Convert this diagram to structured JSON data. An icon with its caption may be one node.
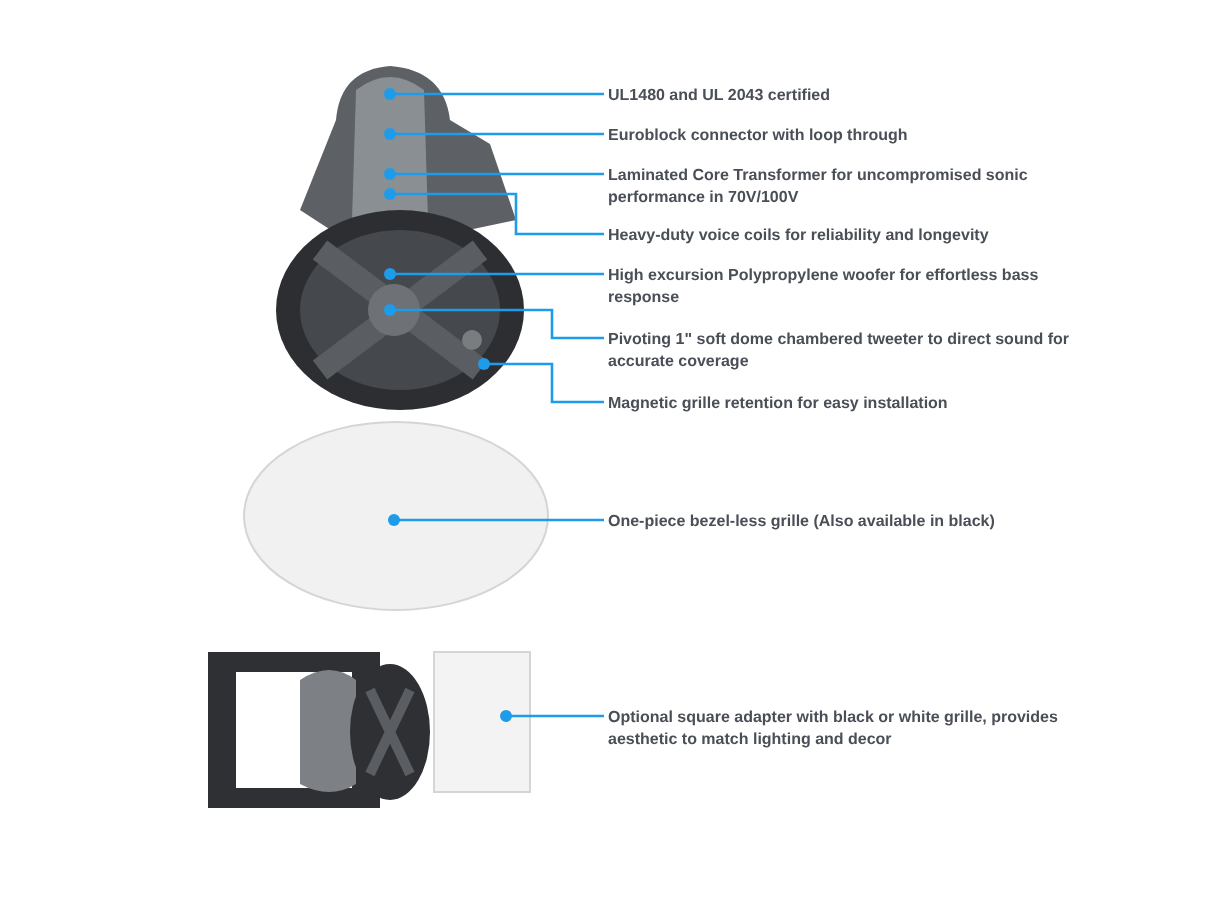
{
  "diagram": {
    "nodes": [
      {
        "text": [
          "UL1480 and UL 2043 certified"
        ]
      },
      {
        "text": [
          "Euroblock connector with loop through"
        ]
      },
      {
        "text": [
          "Laminated Core Transformer for uncompromised sonic performance in 70V/100V"
        ]
      },
      {
        "text": [
          "Heavy-duty voice coils for reliability and longevity"
        ]
      },
      {
        "text": [
          "High excursion Polypropylene woofer for effortless bass response"
        ]
      },
      {
        "text": [
          "Pivoting 1\" soft dome chambered tweeter to direct sound for accurate coverage"
        ]
      },
      {
        "text": [
          "Magnetic grille retention for easy installation"
        ]
      },
      {
        "text": [
          "One-piece bezel-less grille (Also available in black)"
        ]
      },
      {
        "text": [
          "Optional square adapter with black or white grille, provides aesthetic to match lighting and decor"
        ]
      }
    ],
    "edges": [
      {
        "from": 0,
        "to": null,
        "arrow": "other"
      },
      {
        "from": 1,
        "to": null,
        "arrow": "other"
      },
      {
        "from": 2,
        "to": null,
        "arrow": "other"
      },
      {
        "from": 3,
        "to": null,
        "arrow": "other"
      },
      {
        "from": 4,
        "to": null,
        "arrow": "other"
      },
      {
        "from": 5,
        "to": null,
        "arrow": "other"
      },
      {
        "from": 6,
        "to": null,
        "arrow": "other"
      },
      {
        "from": 7,
        "to": null,
        "arrow": "other"
      },
      {
        "from": 8,
        "to": null,
        "arrow": "other"
      }
    ]
  }
}
